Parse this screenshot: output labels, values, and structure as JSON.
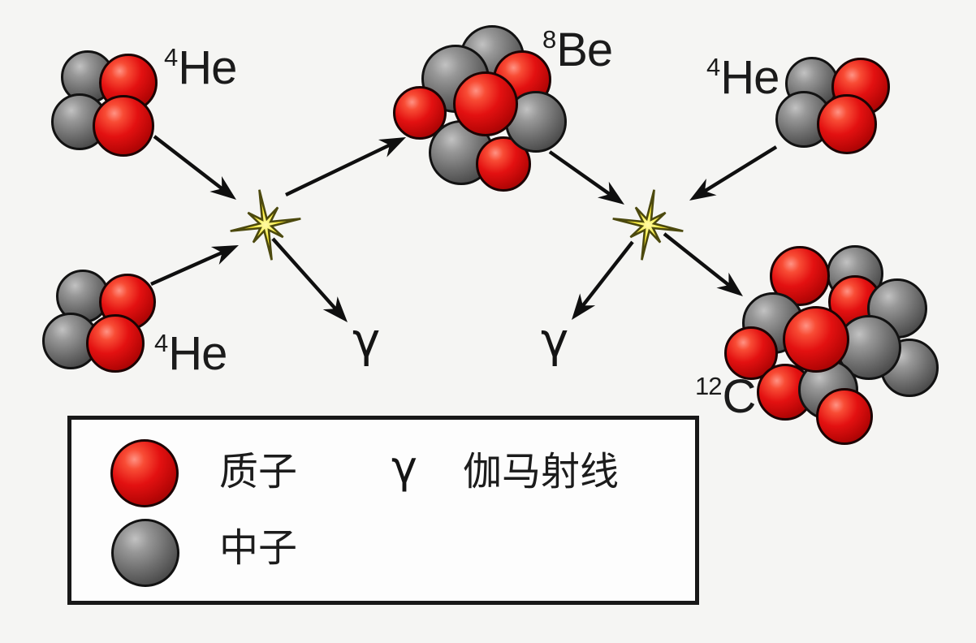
{
  "diagram": {
    "nuclei": [
      {
        "id": "he4-top-left",
        "mass_number": "4",
        "element": "He",
        "protons": 2,
        "neutrons": 2
      },
      {
        "id": "he4-bottom-left",
        "mass_number": "4",
        "element": "He",
        "protons": 2,
        "neutrons": 2
      },
      {
        "id": "be8-center",
        "mass_number": "8",
        "element": "Be",
        "protons": 4,
        "neutrons": 4
      },
      {
        "id": "he4-top-right",
        "mass_number": "4",
        "element": "He",
        "protons": 2,
        "neutrons": 2
      },
      {
        "id": "c12-bottom-right",
        "mass_number": "12",
        "element": "C",
        "protons": 6,
        "neutrons": 6
      }
    ],
    "gamma_labels": [
      {
        "id": "gamma-1",
        "symbol": "γ"
      },
      {
        "id": "gamma-2",
        "symbol": "γ"
      }
    ],
    "collision_star_count": 2,
    "arrow_count": 8
  },
  "legend": {
    "proton_label": "质子",
    "neutron_label": "中子",
    "gamma_symbol": "γ",
    "gamma_label": "伽马射线"
  },
  "colors": {
    "proton_red": "#e31111",
    "neutron_gray": "#6d6d6d",
    "star_yellow": "#ffef35",
    "star_outline": "#4c490e",
    "arrow_black": "#0f0f0f",
    "text_black": "#1b1b1b",
    "background": "#f5f5f3"
  }
}
